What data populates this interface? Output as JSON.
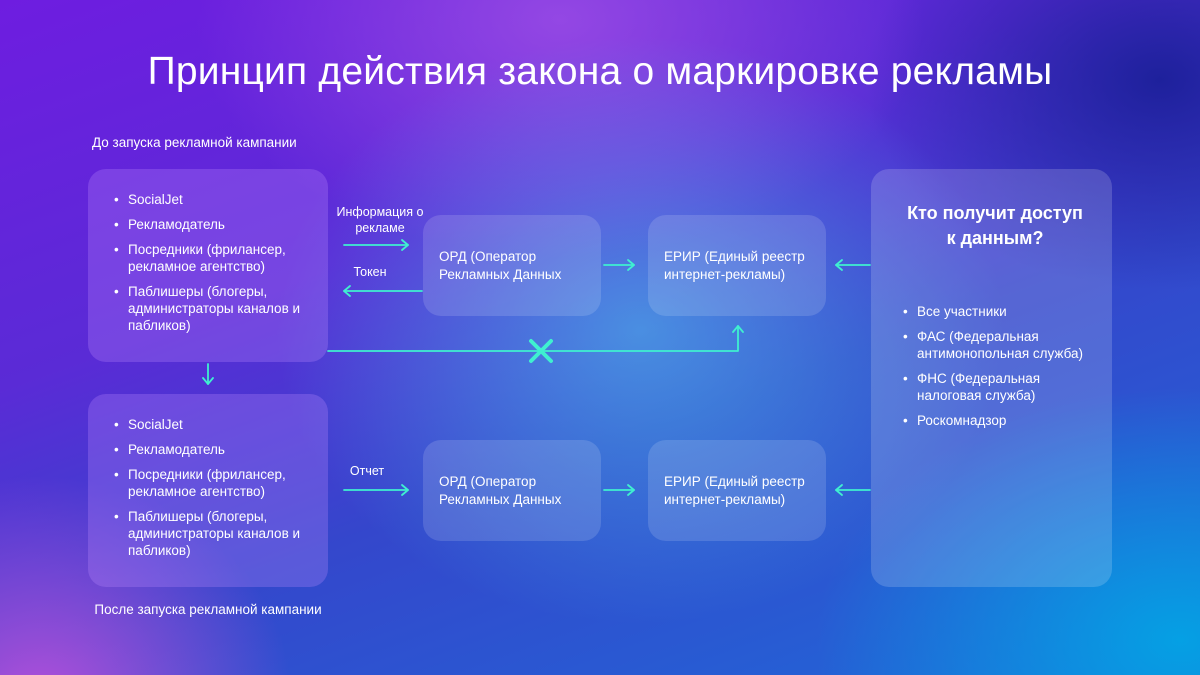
{
  "title": "Принцип действия закона о маркировке рекламы",
  "before_caption": "До запуска рекламной кампании",
  "after_caption": "После запуска рекламной кампании",
  "participants": {
    "items": [
      "SocialJet",
      "Рекламодатель",
      "Посредники (фрилансер, рекламное агентство)",
      "Паблишеры (блогеры, администраторы каналов и пабликов)"
    ]
  },
  "flow_labels": {
    "info": "Информация о рекламе",
    "token": "Токен",
    "report": "Отчет"
  },
  "ord_label": "ОРД (Оператор Рекламных Данных",
  "erir_label": "ЕРИР (Единый реестр интернет-рекламы)",
  "access": {
    "title": "Кто получит доступ к данным?",
    "items": [
      "Все участники",
      "ФАС (Федеральная антимонопольная служба)",
      "ФНС (Федеральная налоговая служба)",
      "Роскомнадзор"
    ]
  },
  "colors": {
    "arrow": "#3ff0d0"
  }
}
